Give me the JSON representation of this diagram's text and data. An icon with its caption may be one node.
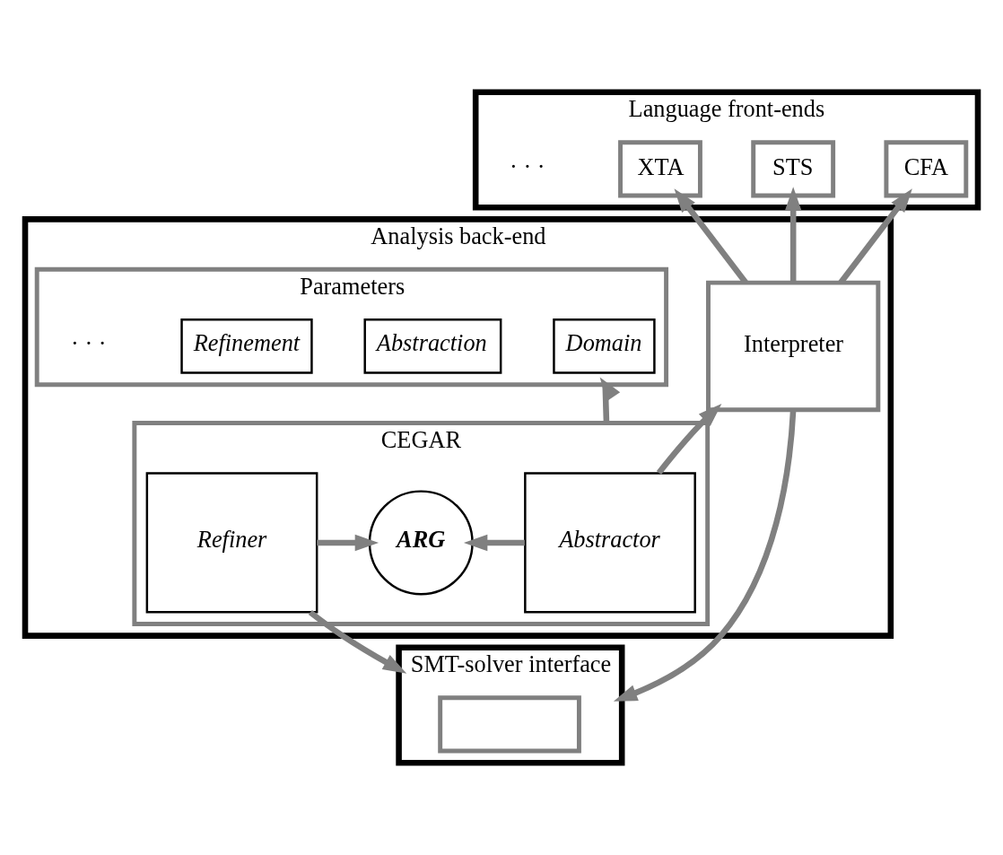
{
  "diagram": {
    "nodes": [
      {
        "text": [
          "Language front-ends"
        ]
      },
      {
        "text": [
          "CFA"
        ],
        "in": 0
      },
      {
        "text": [
          "STS"
        ],
        "in": 0
      },
      {
        "text": [
          "XTA"
        ],
        "in": 0
      },
      {
        "text": [
          "Analysis back-end"
        ]
      },
      {
        "text": [
          "Interpreter"
        ],
        "in": 4
      },
      {
        "text": [
          "Parameters"
        ],
        "in": 4
      },
      {
        "text": [
          "Domain"
        ],
        "in": 6
      },
      {
        "text": [
          "Abstraction"
        ],
        "in": 6
      },
      {
        "text": [
          "Refinement"
        ],
        "in": 6
      },
      {
        "text": [
          "CEGAR"
        ],
        "in": 4
      },
      {
        "text": [
          "Abstractor"
        ],
        "in": 10
      },
      {
        "text": [
          "ARG"
        ],
        "in": 10
      },
      {
        "text": [
          "Refiner"
        ],
        "in": 10
      },
      {
        "text": [
          "SMT-solver interface"
        ]
      },
      {
        "text": [],
        "shape": "box",
        "in": 14
      }
    ],
    "edges": [
      {
        "from": 5,
        "to": 1,
        "arrow": "to"
      },
      {
        "from": 5,
        "to": 2,
        "arrow": "to"
      },
      {
        "from": 5,
        "to": 3,
        "arrow": "to"
      },
      {
        "from": 10,
        "to": 6,
        "arrow": "to"
      },
      {
        "from": 11,
        "to": 5,
        "arrow": "to"
      },
      {
        "from": 11,
        "to": 12,
        "arrow": "to"
      },
      {
        "from": 13,
        "to": 12,
        "arrow": "to"
      },
      {
        "from": 5,
        "to": 14,
        "arrow": "to"
      },
      {
        "from": 13,
        "to": 14,
        "arrow": "to"
      }
    ],
    "labels": [
      "· · ·",
      "· · ·"
    ]
  }
}
